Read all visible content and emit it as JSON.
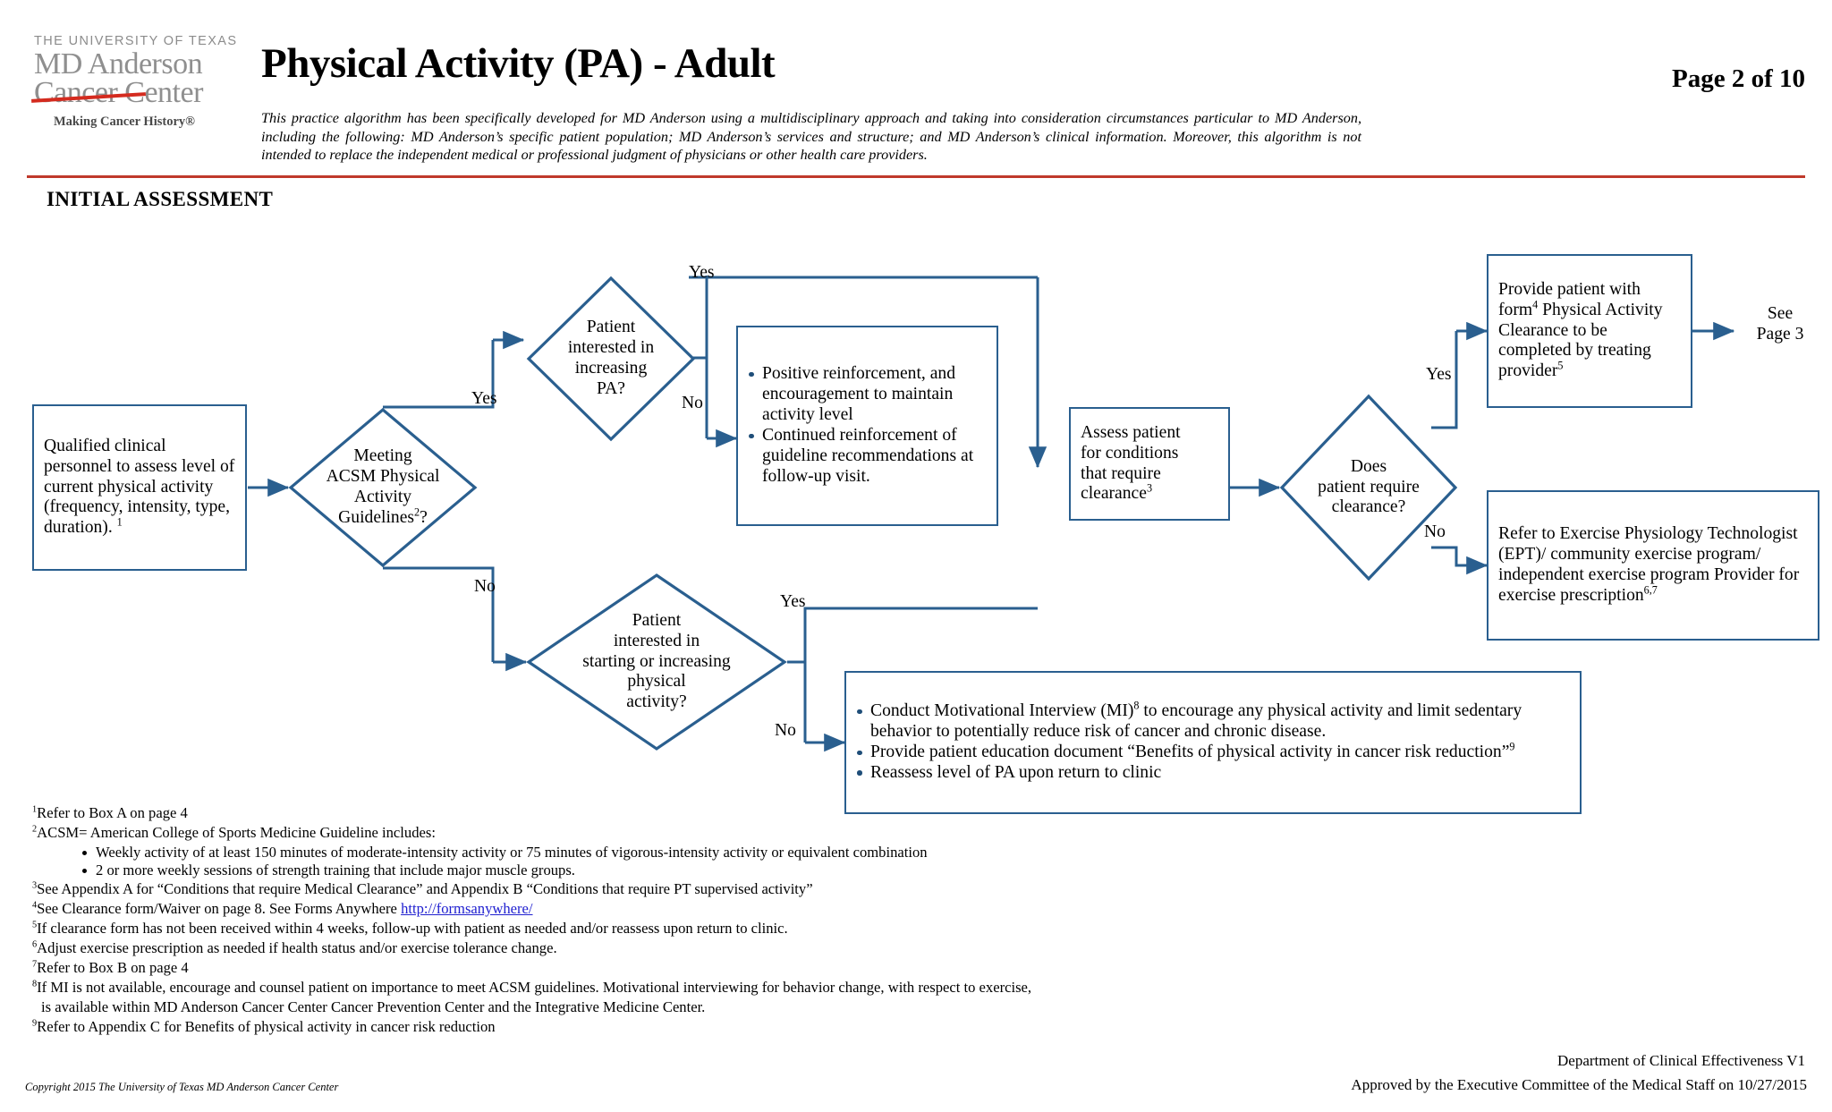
{
  "header": {
    "logo": {
      "line1": "THE UNIVERSITY OF TEXAS",
      "line2": "MD Anderson",
      "line3": "Cancer Center",
      "tagline": "Making Cancer History®"
    },
    "title": "Physical Activity (PA) - Adult",
    "page_number": "Page 2 of 10",
    "disclaimer": "This practice algorithm has been specifically developed for MD Anderson using a multidisciplinary approach and taking into consideration circumstances particular to MD Anderson, including the following: MD Anderson’s specific patient population; MD Anderson’s services and structure; and MD Anderson’s clinical information. Moreover, this algorithm is not intended to replace the independent medical or professional judgment of physicians or other health care providers.",
    "section_label": "INITIAL ASSESSMENT",
    "rule_color": "#c0392b"
  },
  "flow": {
    "node_border_color": "#2a5f8f",
    "nodes": {
      "qualified_personnel": {
        "text": "Qualified clinical personnel to assess level of current physical activity (frequency, intensity, type, duration). ",
        "sup": "1"
      },
      "meeting_acsm": {
        "line1": "Meeting",
        "line2": "ACSM Physical",
        "line3": "Activity",
        "line4": "Guidelines",
        "sup": "2",
        "line4_tail": "?"
      },
      "patient_interested_increasing": {
        "line1": "Patient",
        "line2": "interested in",
        "line3": "increasing",
        "line4": "PA?"
      },
      "patient_interested_starting": {
        "line1": "Patient",
        "line2": "interested in",
        "line3": "starting or increasing",
        "line4": "physical",
        "line5": "activity?"
      },
      "positive_reinforcement": {
        "bullets": [
          "Positive reinforcement, and encouragement to maintain activity level",
          "Continued reinforcement of guideline recommendations at follow-up visit."
        ]
      },
      "assess_conditions": {
        "line1": "Assess patient",
        "line2": "for conditions",
        "line3": "that require",
        "line4": "clearance",
        "sup": "3"
      },
      "require_clearance": {
        "line1": "Does",
        "line2": "patient require",
        "line3": "clearance?"
      },
      "provide_form": {
        "pre": "Provide patient with form",
        "sup1": "4",
        "mid": " Physical Activity Clearance to be completed by treating provider",
        "sup2": "5"
      },
      "refer_ept": {
        "pre": "Refer to Exercise Physiology Technologist (EPT)/ community exercise program/ independent exercise program Provider for exercise prescription",
        "sup": "6,7"
      },
      "motivational_interview": {
        "bullet1_pre": "Conduct Motivational Interview (MI)",
        "bullet1_sup": "8",
        "bullet1_post": " to encourage any physical activity and limit sedentary behavior to potentially reduce risk of cancer and chronic disease.",
        "bullet2_pre": "Provide patient education document “Benefits of physical activity in cancer risk reduction”",
        "bullet2_sup": "9",
        "bullet3": "Reassess level of PA upon  return to clinic"
      },
      "see_page3": {
        "line1": "See",
        "line2": "Page 3"
      }
    },
    "edge_labels": {
      "acsm_yes": "Yes",
      "acsm_no": "No",
      "increasing_yes": "Yes",
      "increasing_no": "No",
      "starting_yes": "Yes",
      "starting_no": "No",
      "clearance_yes": "Yes",
      "clearance_no": "No"
    }
  },
  "footnotes": [
    {
      "num": "1",
      "text": "Refer to Box A on page 4"
    },
    {
      "num": "2",
      "text": "ACSM= American College of Sports Medicine Guideline includes:"
    },
    {
      "num": "",
      "sub": true,
      "text": "Weekly activity of at least 150 minutes of moderate-intensity activity or 75 minutes of vigorous-intensity activity or equivalent combination"
    },
    {
      "num": "",
      "sub": true,
      "text": "2 or more weekly sessions of strength training that include major muscle groups."
    },
    {
      "num": "3",
      "text": "See Appendix A for “Conditions that require Medical Clearance” and Appendix B “Conditions that require PT supervised activity”"
    },
    {
      "num": "4",
      "text": "See Clearance form/Waiver on page 8. See Forms Anywhere ",
      "link": "http://formsanywhere/"
    },
    {
      "num": "5",
      "text": "If clearance form has not been received within 4 weeks, follow-up with patient as needed and/or reassess upon return to clinic."
    },
    {
      "num": "6",
      "text": "Adjust exercise prescription as needed if health status and/or exercise tolerance change."
    },
    {
      "num": "7",
      "text": "Refer to Box B on page 4"
    },
    {
      "num": "8",
      "text": "If MI is not available, encourage and counsel patient on importance to meet ACSM guidelines. Motivational interviewing for behavior change, with respect to exercise,"
    },
    {
      "num": "",
      "cont": true,
      "text": "is available within MD Anderson Cancer Center Cancer Prevention Center and the Integrative Medicine Center."
    },
    {
      "num": "9",
      "text": "Refer to Appendix C for Benefits of physical activity in cancer risk reduction"
    }
  ],
  "footer": {
    "copyright": "Copyright 2015 The University of Texas MD Anderson Cancer Center",
    "department": "Department of Clinical Effectiveness  V1",
    "approved": "Approved by the Executive Committee of the Medical Staff on 10/27/2015"
  }
}
